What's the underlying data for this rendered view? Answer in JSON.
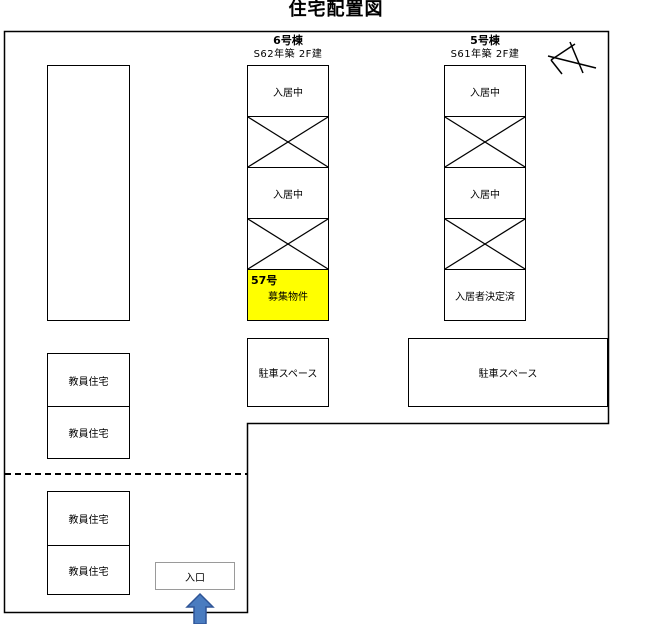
{
  "title": "住宅配置図",
  "buildings": [
    {
      "name": "6号棟",
      "info": "S62年築 2F建",
      "units": [
        "入居中",
        "",
        "入居中",
        "",
        "募集物件"
      ],
      "highlight_number": "57号",
      "parking": "駐車スペース"
    },
    {
      "name": "5号棟",
      "info": "S61年築 2F建",
      "units": [
        "入居中",
        "",
        "入居中",
        "",
        "入居者決定済"
      ],
      "parking": "駐車スペース"
    }
  ],
  "faculty_housing": [
    "教員住宅",
    "教員住宅",
    "教員住宅",
    "教員住宅"
  ],
  "entrance": "入口",
  "colors": {
    "highlight": "#ffff00",
    "arrow": "#4a7cc0",
    "arrow_border": "#2f5597"
  },
  "icons": [
    "north-arrow-icon",
    "entrance-arrow-icon"
  ]
}
